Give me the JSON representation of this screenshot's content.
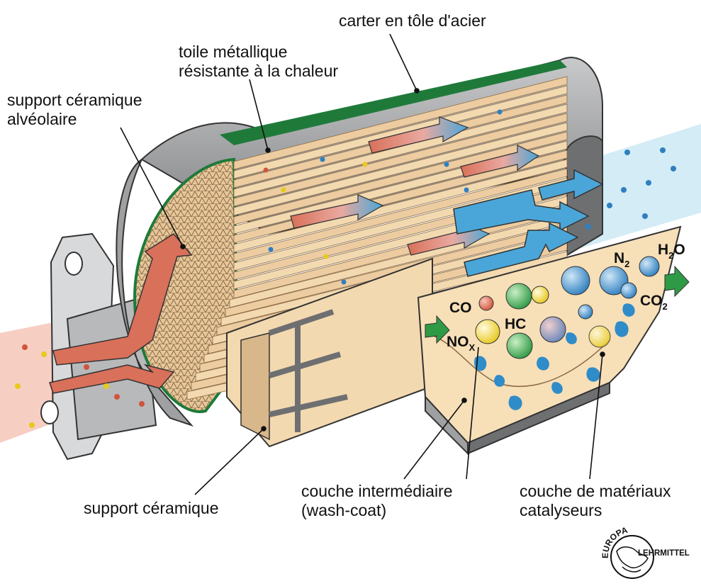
{
  "labels": {
    "carter": "carter en tôle d'acier",
    "toile_line1": "toile métallique",
    "toile_line2": "résistante à la chaleur",
    "support_alv_line1": "support céramique",
    "support_alv_line2": "alvéolaire",
    "support": "support céramique",
    "couche_int_line1": "couche intermédiaire",
    "couche_int_line2": "(wash-coat)",
    "couche_cat_line1": "couche de matériaux",
    "couche_cat_line2": "catalyseurs"
  },
  "chemistry": {
    "co": "CO",
    "hc": "HC",
    "no": "NO",
    "no_sub": "X",
    "n2": "N",
    "n2_sub": "2",
    "h2o_h": "H",
    "h2o_sub": "2",
    "h2o_o": "O",
    "co2": "CO",
    "co2_sub": "2"
  },
  "logo": {
    "top_text": "EUROPA",
    "bottom_text": "LEHRMITTEL"
  },
  "colors": {
    "steel": "#9fa0a2",
    "steel_dark": "#6e6f71",
    "ceramic": "#f3d9b0",
    "ceramic_line": "#8a6a45",
    "mesh": "#1f7a3a",
    "exhaust_in": "#f6c9bb",
    "exhaust_out": "#d3ecf6",
    "arrow_red": "#d9705a",
    "arrow_blue": "#4aa6d8",
    "arrow_green": "#2f9a45",
    "coat": "#f7dfb8",
    "catalyst": "#2f8cc9"
  }
}
